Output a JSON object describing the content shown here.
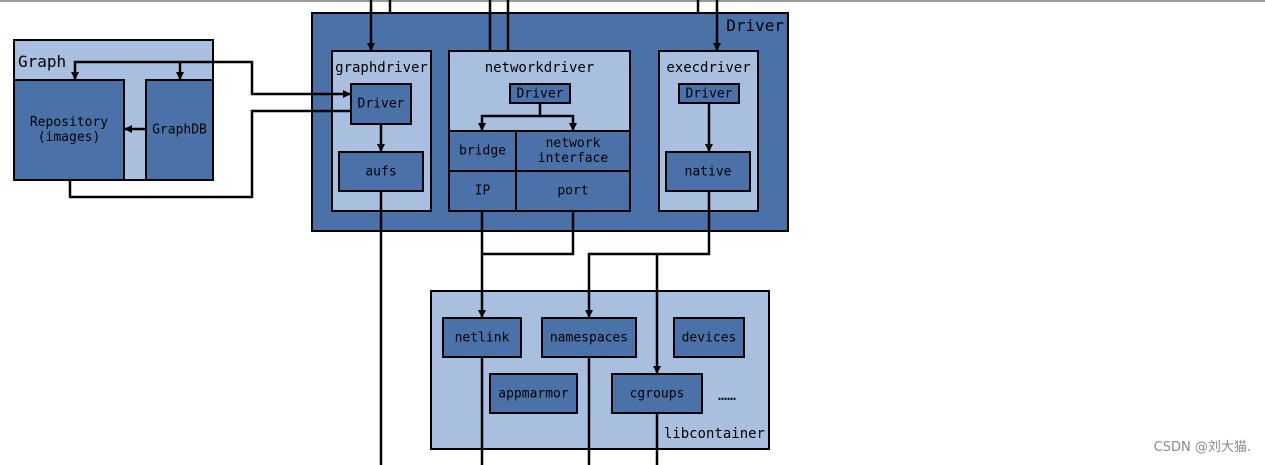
{
  "colors": {
    "dark": "#4a72a8",
    "mid": "#6a8ec0",
    "light": "#a9bfe0",
    "line": "#000000"
  },
  "graph": {
    "title": "Graph",
    "repository": "Repository\n(images)",
    "graphdb": "GraphDB"
  },
  "driver": {
    "title": "Driver",
    "graphdriver": {
      "title": "graphdriver",
      "driver": "Driver",
      "aufs": "aufs"
    },
    "networkdriver": {
      "title": "networkdriver",
      "driver": "Driver",
      "bridge": "bridge",
      "network_interface": "network\ninterface",
      "ip": "IP",
      "port": "port"
    },
    "execdriver": {
      "title": "execdriver",
      "driver": "Driver",
      "native": "native"
    }
  },
  "libcontainer": {
    "title": "libcontainer",
    "netlink": "netlink",
    "namespaces": "namespaces",
    "devices": "devices",
    "appmarmor": "appmarmor",
    "cgroups": "cgroups",
    "ellipsis": "……"
  },
  "watermark": "CSDN @刘大猫."
}
